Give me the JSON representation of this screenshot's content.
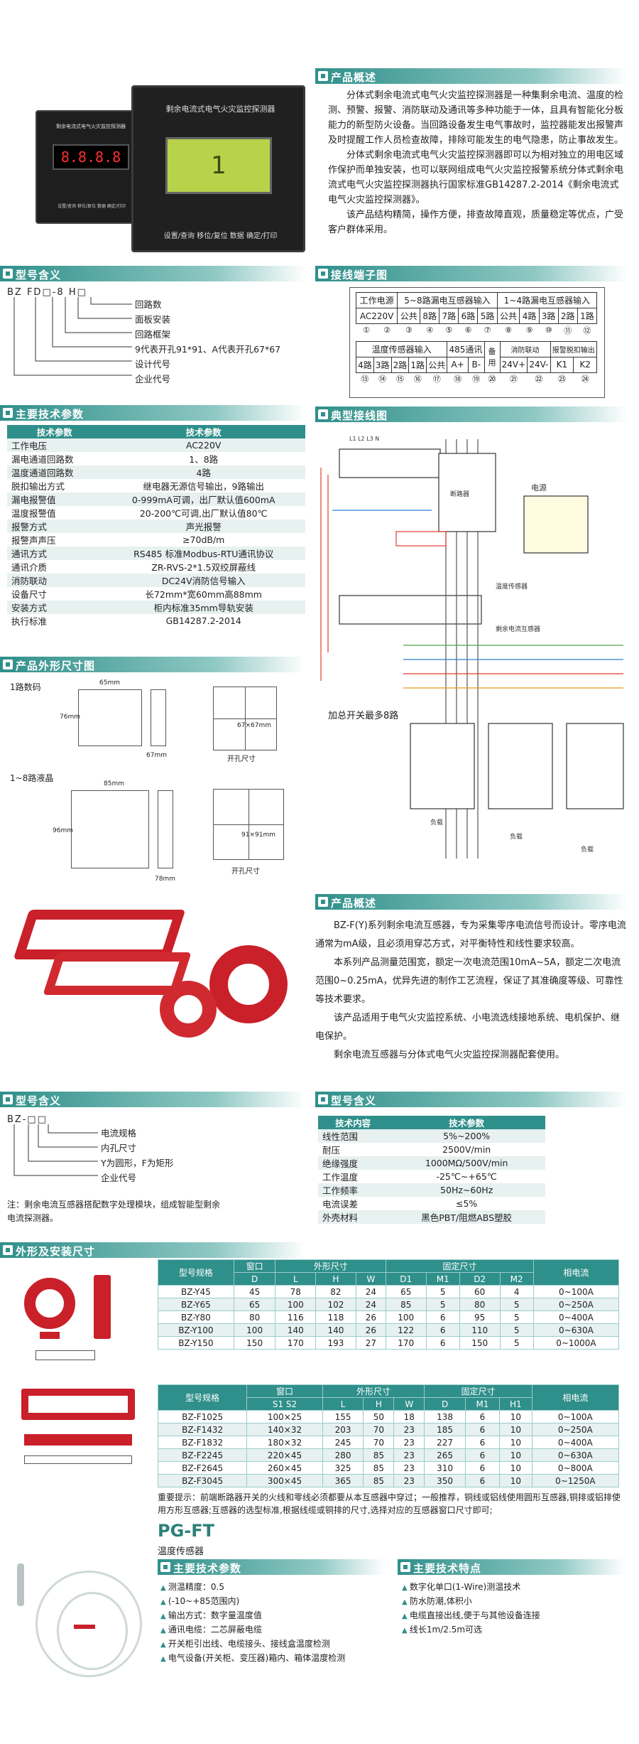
{
  "sections": {
    "overview1_title": "产品概述",
    "model1_title": "型号含义",
    "tech1_title": "主要技术参数",
    "terminal_title": "接线端子图",
    "wiring_title": "典型接线图",
    "dims1_title": "产品外形尺寸图",
    "overview2_title": "产品概述",
    "model2_title": "型号含义",
    "tech2_title": "型号含义",
    "install_title": "外形及安装尺寸",
    "ft_tech_title": "主要技术参数",
    "ft_feat_title": "主要技术特点"
  },
  "device_labels": {
    "small_front": "剩余电流式电气火灾监控探测器",
    "large_front": "剩余电流式电气火灾监控探测器",
    "small_buttons": "设置/查询 移位/复位 数据 确定/打印",
    "large_buttons": "设置/查询 移位/复位 数据 确定/打印"
  },
  "overview1": [
    "分体式剩余电流式电气火灾监控探测器是一种集剩余电流、温度的检测、预警、报警、消防联动及通讯等多种功能于一体，且具有智能化分板能力的新型防火设备。当回路设备发生电气事故时，监控器能发出报警声及时提醒工作人员检查故障，排除可能发生的电气隐患，防止事故发生。",
    "分体式剩余电流式电气火灾监控探测器即可以为相对独立的用电区域作保护而单独安装，也可以联网组成电气火灾监控报警系统分体式剩余电流式电气火灾监控探测器执行国家标准GB14287.2-2014《剩余电流式电气火灾监控探测器》。",
    "该产品结构精简，操作方便，排查故障直观，质量稳定等优点，广受客户群体采用。"
  ],
  "model1": {
    "code": "BZ FD□-8 H□",
    "lines": [
      "回路数",
      "面板安装",
      "回路框架",
      "9代表开孔91*91、A代表开孔67*67",
      "设计代号",
      "企业代号"
    ]
  },
  "tech1": {
    "headers": [
      "技术参数",
      "技术参数"
    ],
    "rows": [
      [
        "工作电压",
        "AC220V"
      ],
      [
        "漏电通道回路数",
        "1、8路"
      ],
      [
        "温度通道回路数",
        "4路"
      ],
      [
        "脱扣输出方式",
        "继电器无源信号输出，9路输出"
      ],
      [
        "漏电报警值",
        "0-999mA可调，出厂默认值600mA"
      ],
      [
        "温度报警值",
        "20-200℃可调,出厂默认值80℃"
      ],
      [
        "报警方式",
        "声光报警"
      ],
      [
        "报警声声压",
        "≥70dB/m"
      ],
      [
        "通讯方式",
        "RS485 标准Modbus-RTU通讯协议"
      ],
      [
        "通讯介质",
        "ZR-RVS-2*1.5双绞屏蔽线"
      ],
      [
        "消防联动",
        "DC24V消防信号输入"
      ],
      [
        "设备尺寸",
        "长72mm*宽60mm高88mm"
      ],
      [
        "安装方式",
        "柜内标准35mm导轨安装"
      ],
      [
        "执行标准",
        "GB14287.2-2014"
      ]
    ]
  },
  "terminal": {
    "row1": [
      "工作电源",
      "5~8路漏电互感器输入",
      "1~4路漏电互感器输入"
    ],
    "row2": [
      "AC220V",
      "公共",
      "8路",
      "7路",
      "6路",
      "5路",
      "公共",
      "4路",
      "3路",
      "2路",
      "1路"
    ],
    "circ1": [
      "①",
      "②",
      "③",
      "④",
      "⑤",
      "⑥",
      "⑦",
      "⑧",
      "⑨",
      "⑩",
      "⑪",
      "⑫"
    ],
    "row3": [
      "温度传感器输入",
      "485通讯",
      "备用",
      "消防联动",
      "报警脱扣输出"
    ],
    "row4": [
      "4路",
      "3路",
      "2路",
      "1路",
      "公共",
      "A+",
      "B-",
      "24V+",
      "24V-",
      "K1",
      "K2"
    ],
    "circ2": [
      "⑬",
      "⑭",
      "⑮",
      "⑯",
      "⑰",
      "⑱",
      "⑲",
      "⑳",
      "㉑",
      "㉒",
      "㉓",
      "㉔"
    ]
  },
  "wiring": {
    "note": "加总开关最多8路",
    "labels": [
      "电源",
      "剩余电流互感器",
      "温度传感器",
      "负载",
      "负载",
      "负载",
      "断路器"
    ]
  },
  "dims1": {
    "label1": "1路数码",
    "label2": "1~8路液晶",
    "w1": "65mm",
    "h1": "76mm",
    "d1": "67mm",
    "cut1": "67×67mm",
    "w2": "85mm",
    "h2": "96mm",
    "d2": "78mm",
    "cut2": "91×91mm",
    "cut_label": "开孔尺寸"
  },
  "overview2": [
    "BZ-F(Y)系列剩余电流互感器，专为采集零序电流信号而设计。零序电流通常为mA级，且必须用穿芯方式，对平衡特性和线性要求较高。",
    "本系列产品测量范围宽，额定一次电流范围10mA~5A，额定二次电流范围0~0.25mA，优异先进的制作工艺流程，保证了其准确度等级、可靠性等技术要求。",
    "该产品适用于电气火灾监控系统、小电流选线接地系统、电机保护、继电保护。",
    "剩余电流互感器与分体式电气火灾监控探测器配套使用。"
  ],
  "model2": {
    "code": "BZ-□□",
    "lines": [
      "电流规格",
      "内孔尺寸",
      "Y为圆形，F为矩形",
      "企业代号"
    ],
    "note": "注：剩余电流互感器搭配数字处理模块，组成智能型剩余电流探测器。"
  },
  "tech2": {
    "headers": [
      "技术内容",
      "技术参数"
    ],
    "rows": [
      [
        "线性范围",
        "5%~200%"
      ],
      [
        "耐压",
        "2500V/min"
      ],
      [
        "绝缘强度",
        "1000MΩ/500V/min"
      ],
      [
        "工作温度",
        "-25℃~+65℃"
      ],
      [
        "工作频率",
        "50Hz~60Hz"
      ],
      [
        "电流误差",
        "≤5%"
      ],
      [
        "外壳材料",
        "黑色PBT/阻燃ABS塑胶"
      ]
    ]
  },
  "install": {
    "y_head1": [
      "型号规格",
      "窗口",
      "外形尺寸",
      "固定尺寸",
      "相电流"
    ],
    "y_head2": [
      "D",
      "L",
      "H",
      "W",
      "D1",
      "M1",
      "D2",
      "M2"
    ],
    "y_rows": [
      [
        "BZ-Y45",
        "45",
        "78",
        "82",
        "24",
        "65",
        "5",
        "60",
        "4",
        "0~100A"
      ],
      [
        "BZ-Y65",
        "65",
        "100",
        "102",
        "24",
        "85",
        "5",
        "80",
        "5",
        "0~250A"
      ],
      [
        "BZ-Y80",
        "80",
        "116",
        "118",
        "26",
        "100",
        "6",
        "95",
        "5",
        "0~400A"
      ],
      [
        "BZ-Y100",
        "100",
        "140",
        "140",
        "26",
        "122",
        "6",
        "110",
        "5",
        "0~630A"
      ],
      [
        "BZ-Y150",
        "150",
        "170",
        "193",
        "27",
        "170",
        "6",
        "150",
        "5",
        "0~1000A"
      ]
    ],
    "f_head1": [
      "型号规格",
      "窗口",
      "外形尺寸",
      "固定尺寸",
      "相电流"
    ],
    "f_head2": [
      "S1  S2",
      "L",
      "H",
      "W",
      "D",
      "M1",
      "H1"
    ],
    "f_rows": [
      [
        "BZ-F1025",
        "100×25",
        "155",
        "50",
        "18",
        "138",
        "6",
        "10",
        "0~100A"
      ],
      [
        "BZ-F1432",
        "140×32",
        "203",
        "70",
        "23",
        "185",
        "6",
        "10",
        "0~250A"
      ],
      [
        "BZ-F1832",
        "180×32",
        "245",
        "70",
        "23",
        "227",
        "6",
        "10",
        "0~400A"
      ],
      [
        "BZ-F2245",
        "220×45",
        "280",
        "85",
        "23",
        "265",
        "6",
        "10",
        "0~630A"
      ],
      [
        "BZ-F2645",
        "260×45",
        "325",
        "85",
        "23",
        "310",
        "6",
        "10",
        "0~800A"
      ],
      [
        "BZ-F3045",
        "300×45",
        "365",
        "85",
        "23",
        "350",
        "6",
        "10",
        "0~1250A"
      ]
    ],
    "tip": "重要提示：前端断路器开关的火线和零线必须都要从本互感器中穿过；一般推荐，铜线或铝线使用圆形互感器,铜排或铝排使用方形互感器;互感器的选型标准,根据线缆或铜排的尺寸,选择对应的互感器窗口尺寸即可;"
  },
  "ft": {
    "model": "PG-FT",
    "name": "温度传感器",
    "tech": [
      "测温精度：0.5",
      "(-10~+85范围内)",
      "输出方式：数字量温度值",
      "通讯电缆：二芯屏蔽电缆",
      "开关柜引出线、电缆接头、接线盒温度检测",
      "电气设备(开关柜、变压器)箱内、箱体温度检测"
    ],
    "features": [
      "数字化单口(1-Wire)测温技术",
      "防水防潮,体积小",
      "电缆直接出线,便于与其他设备连接",
      "线长1m/2.5m可选"
    ]
  }
}
